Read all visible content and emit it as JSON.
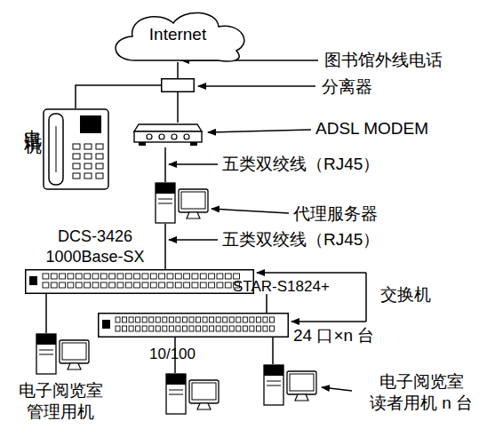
{
  "diagram": {
    "nodes": [
      {
        "text": [
          "Internet"
        ]
      },
      {
        "text": [
          "分离器"
        ]
      },
      {
        "text": [
          "电话机"
        ]
      },
      {
        "text": [
          "ADSL MODEM"
        ]
      },
      {
        "text": [
          "代理服务器"
        ]
      },
      {
        "text": [
          "DCS-3426 1000Base-SX"
        ]
      },
      {
        "text": [
          "STAR-S1824+"
        ]
      },
      {
        "text": [
          "电子阅览室 管理用机"
        ]
      },
      {
        "text": [
          "电子阅览室 读者用机 n 台"
        ]
      }
    ],
    "edges": [
      {
        "from": 0,
        "to": 1,
        "arrow": "none"
      },
      {
        "from": 1,
        "to": 2,
        "arrow": "none"
      },
      {
        "from": 1,
        "to": 3,
        "arrow": "none"
      },
      {
        "from": 3,
        "to": 4,
        "arrow": "none"
      },
      {
        "from": 4,
        "to": 5,
        "arrow": "none"
      },
      {
        "from": 5,
        "to": 6,
        "arrow": "none"
      },
      {
        "from": 5,
        "to": 7,
        "arrow": "none"
      },
      {
        "from": 6,
        "to": 8,
        "arrow": "none"
      }
    ],
    "labels": [
      "图书馆外线电话",
      "五类双绞线（RJ45）",
      "五类双绞线（RJ45）",
      "交换机",
      "24 口×n 台",
      "10/100"
    ]
  }
}
